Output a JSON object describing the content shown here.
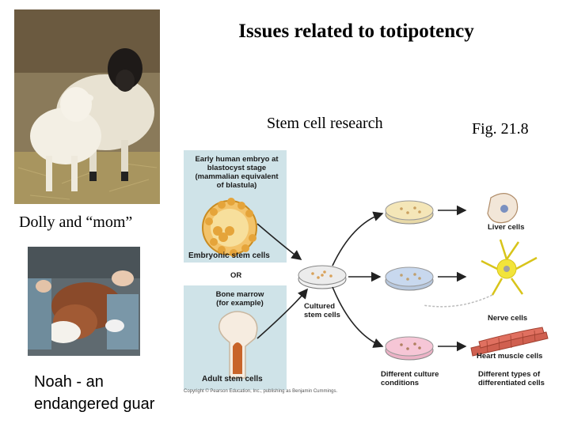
{
  "slide": {
    "title": "Issues related to totipotency",
    "stem_cell_label": "Stem cell research",
    "figure_ref": "Fig. 21.8",
    "dolly_caption": "Dolly and “mom”",
    "noah_caption_line1": "Noah - an",
    "noah_caption_line2": "endangered guar"
  },
  "figure": {
    "embryo_heading": [
      "Early human embryo at",
      "blastocyst stage",
      "(mammalian equivalent",
      "of blastula)"
    ],
    "embryonic_label": "Embryonic stem cells",
    "or_label": "OR",
    "bone_heading": [
      "Bone marrow",
      "(for example)"
    ],
    "adult_label": "Adult stem cells",
    "cultured_label": [
      "Cultured",
      "stem cells"
    ],
    "liver_label": "Liver cells",
    "nerve_label": "Nerve cells",
    "heart_label": "Heart muscle cells",
    "conditions_label": [
      "Different culture",
      "conditions"
    ],
    "types_label": [
      "Different types of",
      "differentiated cells"
    ],
    "copyright": "Copyright © Pearson Education, Inc., publishing as Benjamin Cummings."
  },
  "colors": {
    "panel_bg": "#cfe3e8",
    "dish_yellow": "#f4e6b8",
    "dish_blue": "#c8d8ee",
    "dish_pink": "#f6c6d6",
    "arrow": "#222222"
  }
}
